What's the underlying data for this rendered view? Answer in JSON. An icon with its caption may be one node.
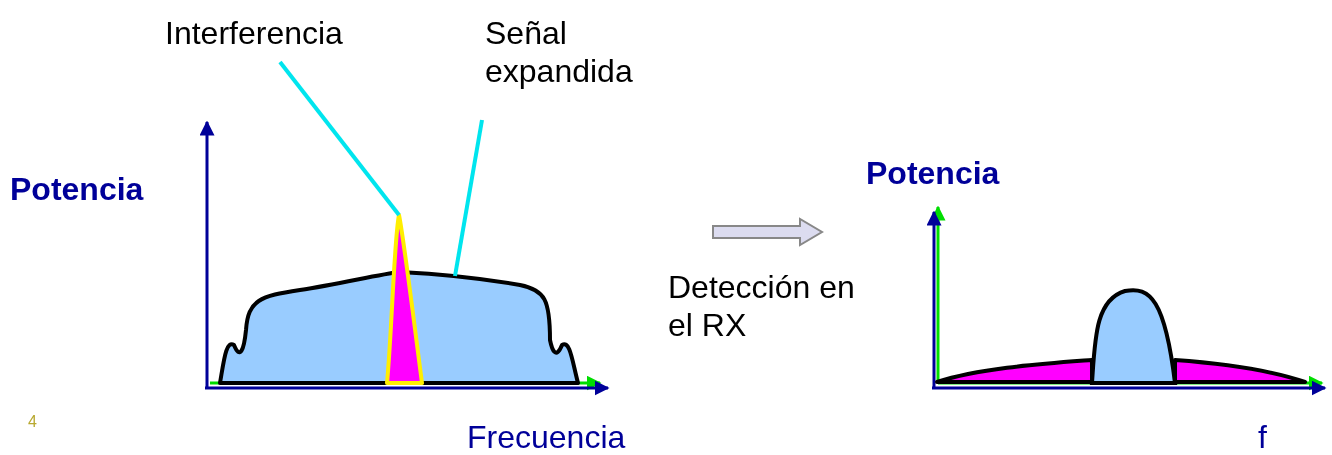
{
  "diagram": {
    "nodes": [
      {
        "text": [
          "Interferencia"
        ]
      },
      {
        "text": [
          "Señal expandida"
        ]
      },
      {
        "text": [],
        "shape": "curve"
      }
    ],
    "edges": [
      {
        "from": 0,
        "to": 2,
        "arrow": "none",
        "color": "#00e5ee"
      },
      {
        "from": 1,
        "to": 2,
        "arrow": "none",
        "color": "#00e5ee"
      }
    ],
    "labels": [
      "Potencia",
      "Frecuencia",
      "Detección en el RX",
      "Potencia",
      "f",
      "4"
    ]
  }
}
